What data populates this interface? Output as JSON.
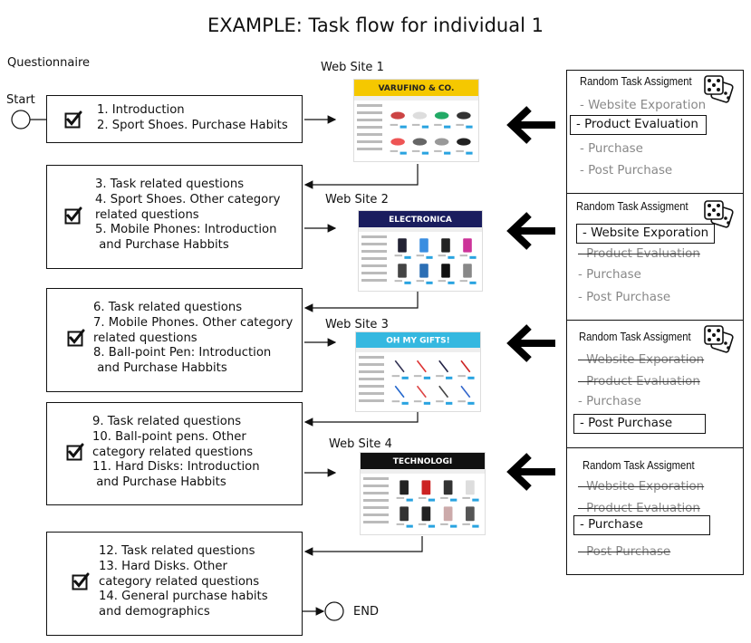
{
  "title": "EXAMPLE: Task flow for individual 1",
  "questionnaire_label": "Questionnaire",
  "start_label": "Start",
  "end_label": "END",
  "questionnaire_boxes": [
    {
      "text": "1. Introduction\n2. Sport Shoes. Purchase Habits"
    },
    {
      "text": "3. Task related questions\n4. Sport Shoes. Other category\nrelated questions\n5. Mobile Phones: Introduction\n and Purchase Habbits"
    },
    {
      "text": "6. Task related questions\n7. Mobile Phones. Other category\nrelated questions\n8. Ball-point Pen: Introduction\n and Purchase Habbits"
    },
    {
      "text": "9. Task related questions\n10. Ball-point pens. Other\ncategory related questions\n11. Hard Disks: Introduction\n and Purchase Habbits"
    },
    {
      "text": "12. Task related questions\n13. Hard Disks. Other\ncategory related questions\n14. General purchase habits\nand demographics"
    }
  ],
  "websites": [
    {
      "label": "Web Site 1",
      "banner": "VARUFINO & CO.",
      "banner_color": "#f5c800",
      "banner_text_color": "#222222",
      "product": "shoes"
    },
    {
      "label": "Web Site 2",
      "banner": "ELECTRONICA",
      "banner_color": "#1a1d5e",
      "banner_text_color": "#ffffff",
      "product": "phones"
    },
    {
      "label": "Web Site 3",
      "banner": "OH MY GIFTS!",
      "banner_color": "#35b8e0",
      "banner_text_color": "#ffffff",
      "product": "pens"
    },
    {
      "label": "Web Site 4",
      "banner": "TECHNOLOGI",
      "banner_color": "#111111",
      "banner_text_color": "#ffffff",
      "product": "disks"
    }
  ],
  "task_panels": [
    {
      "title": "Random Task Assigment",
      "tasks": [
        {
          "label": "- Website Exporation",
          "state": "available"
        },
        {
          "label": "- Product Evaluation",
          "state": "selected"
        },
        {
          "label": "- Purchase",
          "state": "available"
        },
        {
          "label": "- Post Purchase",
          "state": "available"
        }
      ]
    },
    {
      "title": "Random Task Assigment",
      "tasks": [
        {
          "label": "- Website Exporation",
          "state": "selected"
        },
        {
          "label": "- Product Evaluation",
          "state": "struck"
        },
        {
          "label": "- Purchase",
          "state": "available"
        },
        {
          "label": "- Post Purchase",
          "state": "available"
        }
      ]
    },
    {
      "title": "Random Task Assigment",
      "tasks": [
        {
          "label": "- Website Exporation",
          "state": "struck"
        },
        {
          "label": "- Product Evaluation",
          "state": "struck"
        },
        {
          "label": "- Purchase",
          "state": "available"
        },
        {
          "label": "- Post Purchase",
          "state": "selected"
        }
      ]
    },
    {
      "title": "Random Task Assigment",
      "tasks": [
        {
          "label": "- Website Exporation",
          "state": "struck"
        },
        {
          "label": "- Product Evaluation",
          "state": "struck"
        },
        {
          "label": "- Purchase",
          "state": "selected"
        },
        {
          "label": "- Post Purchase",
          "state": "struck"
        }
      ]
    }
  ],
  "icons": {
    "check": "checkmark-icon",
    "dice": "dice-icon",
    "arrow": "thick-left-arrow-icon"
  }
}
